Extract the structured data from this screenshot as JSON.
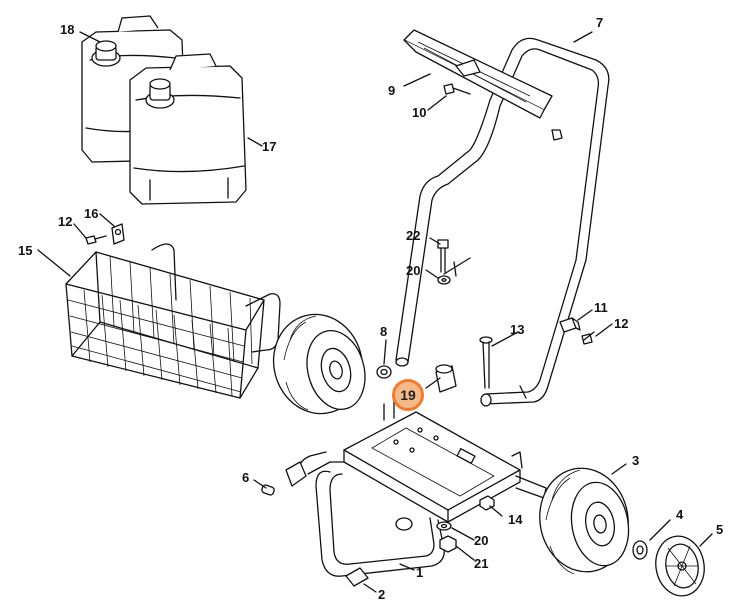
{
  "diagram": {
    "part_labels": {
      "p1": "1",
      "p2": "2",
      "p3": "3",
      "p4": "4",
      "p5": "5",
      "p6": "6",
      "p7": "7",
      "p8": "8",
      "p9": "9",
      "p10": "10",
      "p11": "11",
      "p12a": "12",
      "p12b": "12",
      "p13": "13",
      "p14": "14",
      "p15": "15",
      "p16": "16",
      "p17": "17",
      "p18": "18",
      "p20a": "20",
      "p20b": "20",
      "p21": "21",
      "p22": "22"
    },
    "highlighted": {
      "label": "19",
      "color": "#ef7d2d"
    }
  }
}
